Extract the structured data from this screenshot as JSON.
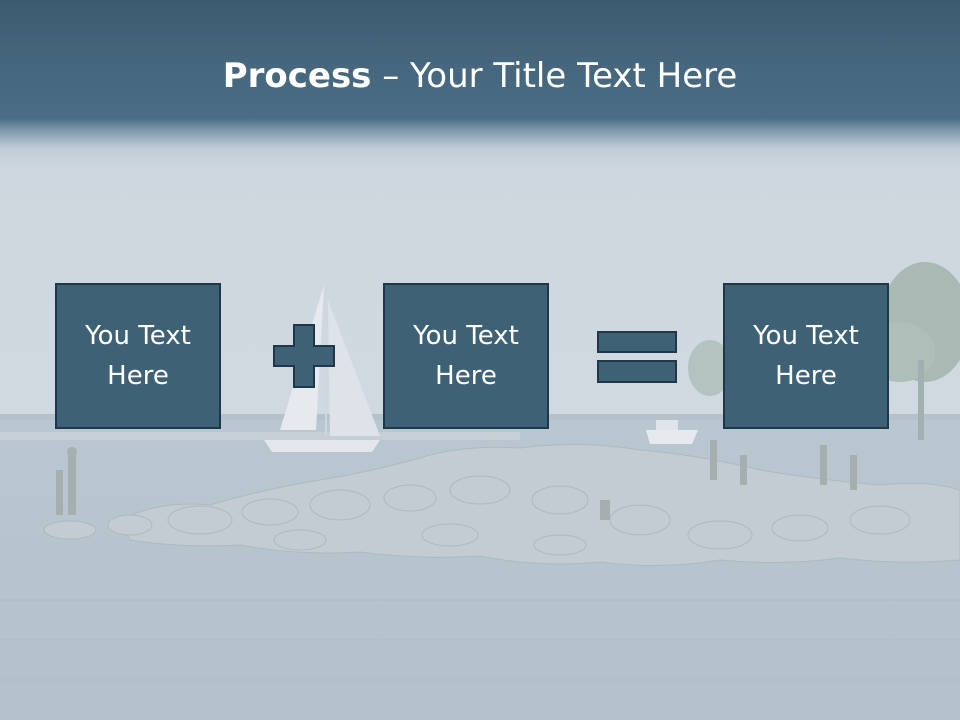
{
  "slide": {
    "title_bold": "Process",
    "title_rest": " – Your Title Text Here",
    "background_image": "hazy seaside photo with rocky breakwater, beachgoers and a sailboat"
  },
  "process": {
    "boxes": [
      {
        "text": "You Text Here"
      },
      {
        "text": "You Text Here"
      },
      {
        "text": "You Text Here"
      }
    ],
    "operators": [
      "plus-icon",
      "equals-icon"
    ]
  },
  "colors": {
    "box_fill": "#3f6176",
    "box_border": "#1f3748",
    "title_band": "#45667c",
    "text": "#ffffff"
  }
}
